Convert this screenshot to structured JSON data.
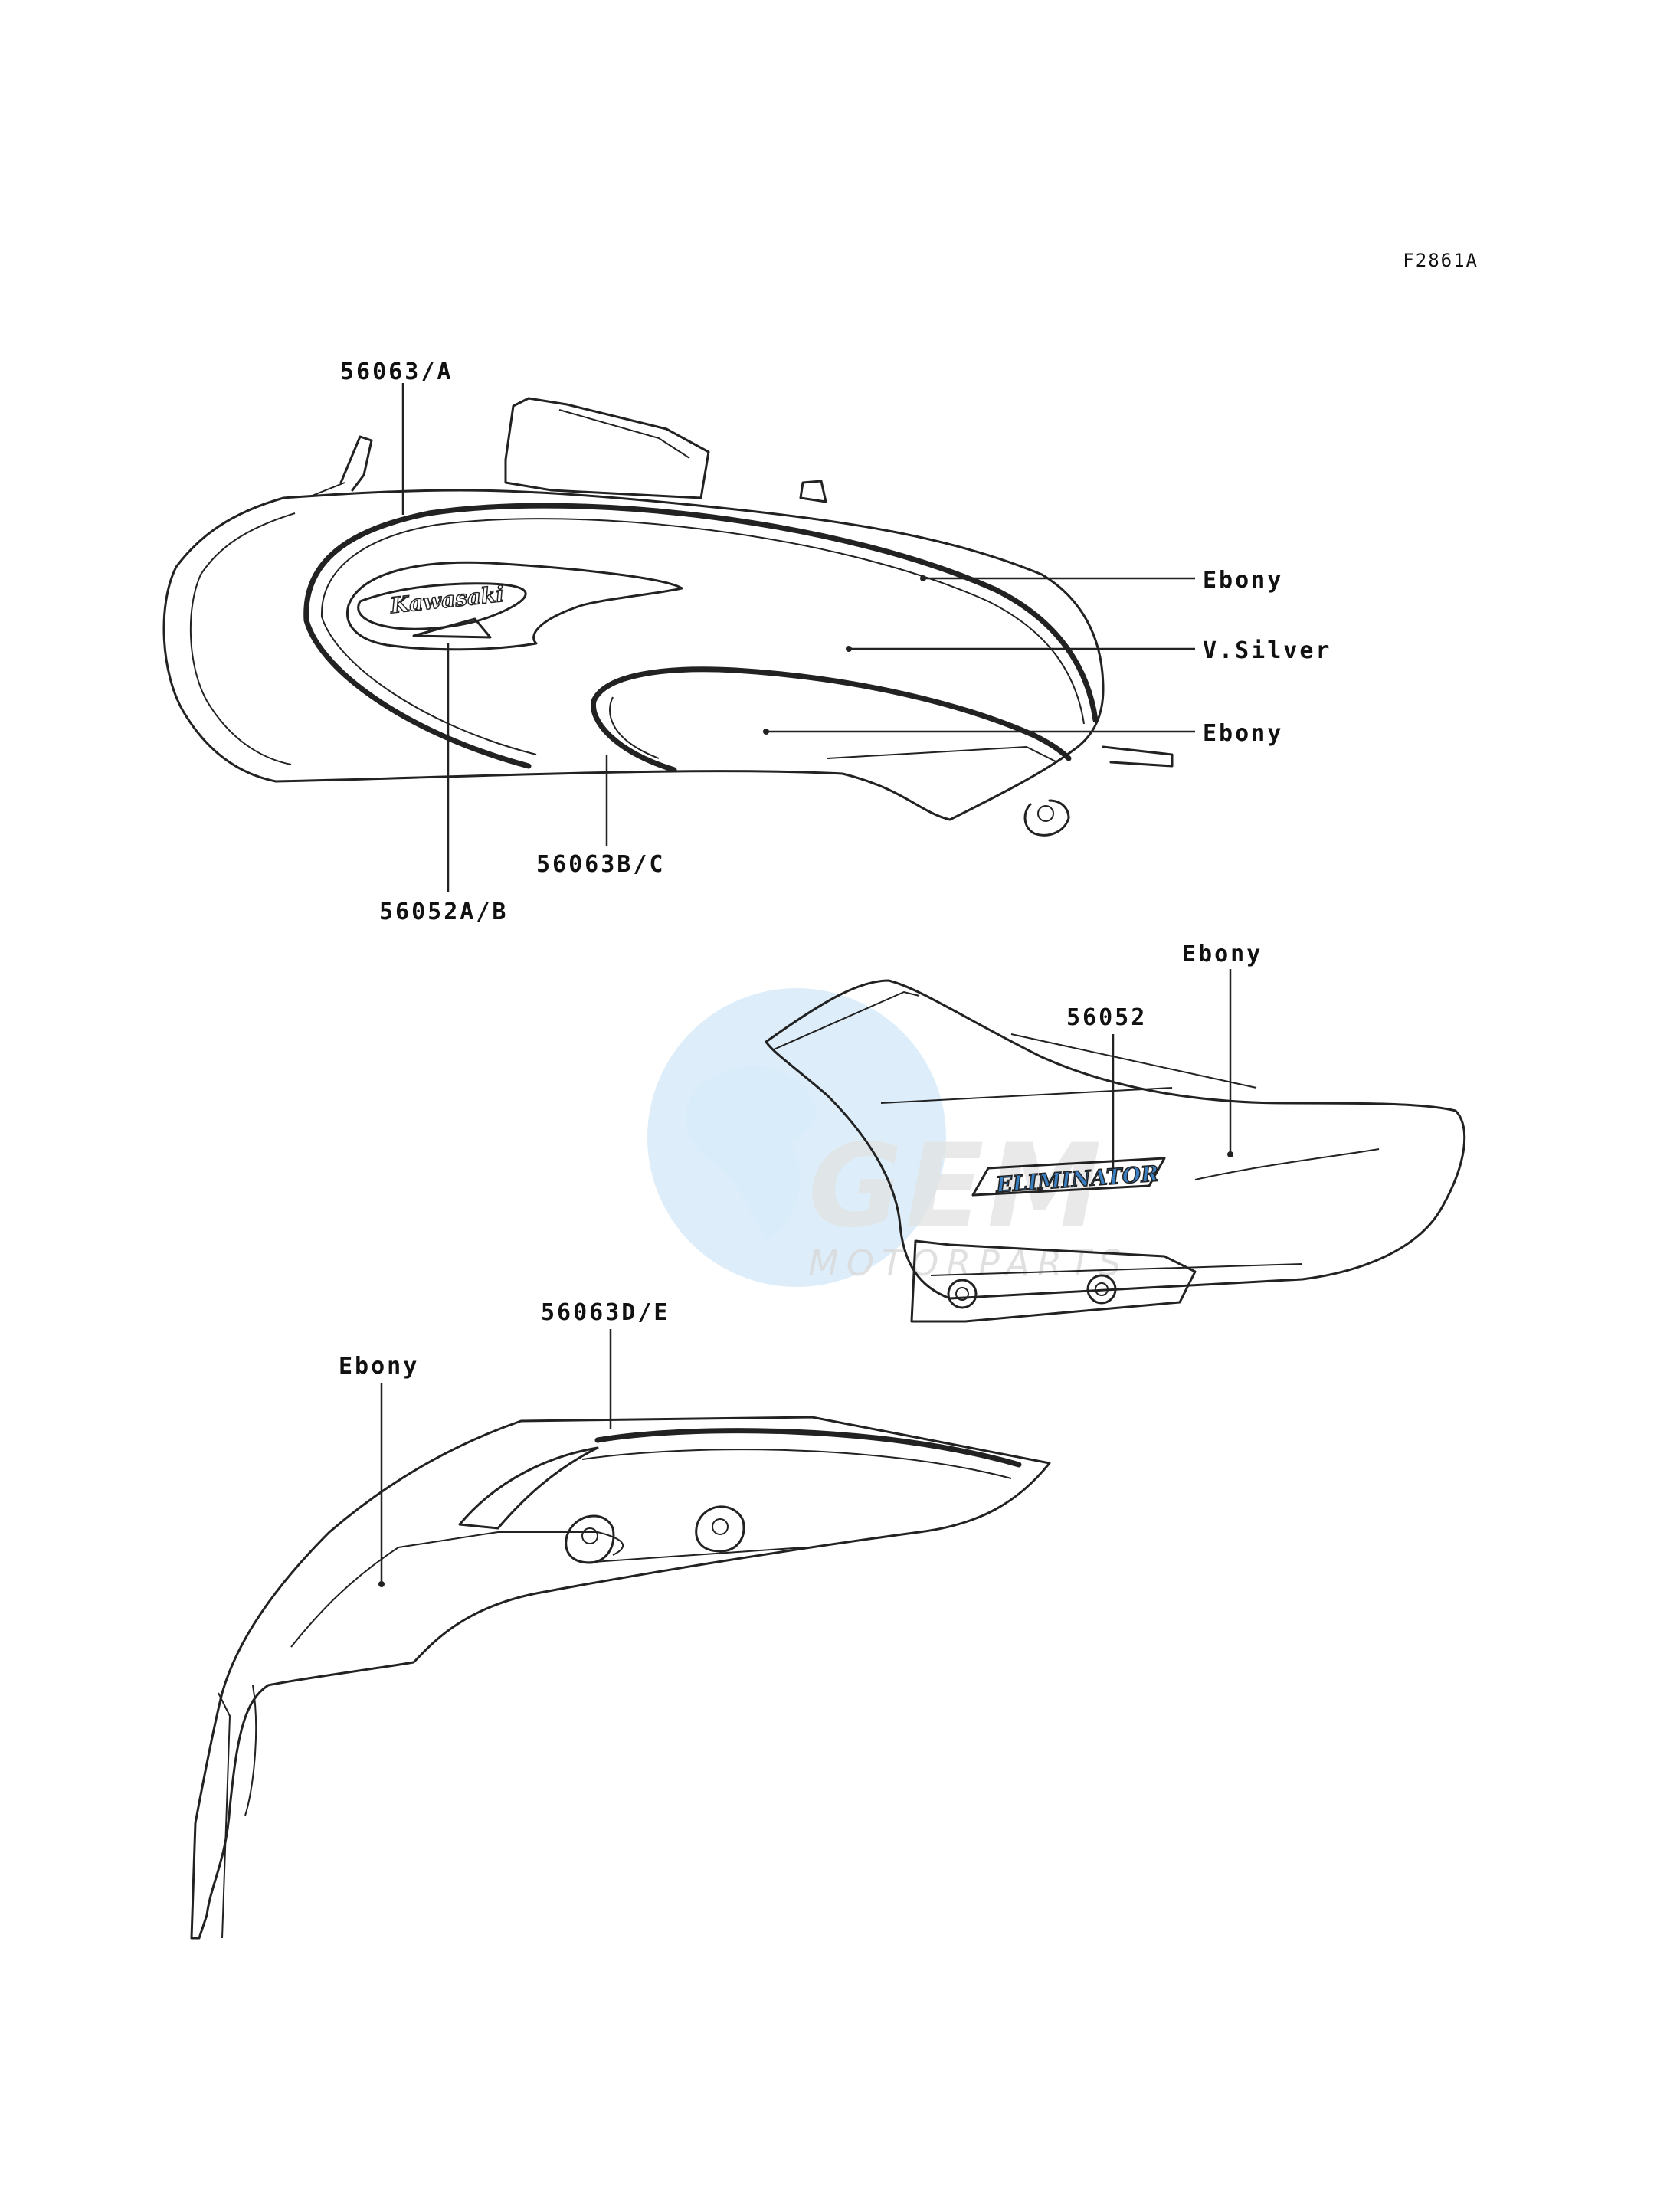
{
  "figure_code": "F2861A",
  "callouts": {
    "tank_top_stripe": "56063/A",
    "tank_emblem": "56052A/B",
    "tank_lower_stripe": "56063B/C",
    "side_cover_emblem": "56052",
    "rear_fender_stripe": "56063D/E"
  },
  "colors": {
    "tank_upper": "Ebony",
    "tank_middle": "V.Silver",
    "tank_lower": "Ebony",
    "side_cover": "Ebony",
    "rear_fender": "Ebony"
  },
  "emblems": {
    "tank_logo": "Kawasaki",
    "side_cover_logo": "ELIMINATOR"
  },
  "watermark": {
    "brand": "GEM",
    "sub": "MOTORPARTS",
    "globe_color": "#4fa3e0"
  }
}
